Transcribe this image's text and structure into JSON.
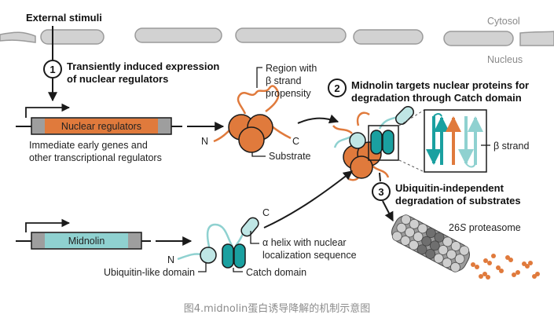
{
  "header": {
    "external_stimuli": "External stimuli",
    "cytosol": "Cytosol",
    "nucleus": "Nucleus"
  },
  "steps": [
    {
      "number": "1",
      "line1": "Transiently induced expression",
      "line2": "of nuclear regulators"
    },
    {
      "number": "2",
      "line1": "Midnolin targets nuclear proteins for",
      "line2": "degradation through Catch domain"
    },
    {
      "number": "3",
      "line1": "Ubiquitin-independent",
      "line2": "degradation of substrates"
    }
  ],
  "genes": {
    "nuclear_regulators": "Nuclear regulators",
    "iegs_line1": "Immediate early genes and",
    "iegs_line2": "other transcriptional regulators",
    "midnolin": "Midnolin"
  },
  "labels": {
    "region_line1": "Region with",
    "region_line2": "β strand",
    "region_line3": "propensity",
    "n_terminus": "N",
    "c_terminus": "C",
    "substrate": "Substrate",
    "beta_strand": "β strand",
    "proteasome_prefix": "26",
    "proteasome_italic": "S",
    "proteasome_suffix": " proteasome",
    "ubl_domain": "Ubiquitin-like domain",
    "catch_domain": "Catch domain",
    "helix_line1": "α helix with nuclear",
    "helix_line2": "localization sequence"
  },
  "caption": "图4.midnolin蛋白诱导降解的机制示意图",
  "colors": {
    "orange": "#e07a3c",
    "teal": "#1aa0a0",
    "light_teal": "#8fd1d0",
    "gray": "#b8b8b8",
    "dark": "#1a1a1a"
  }
}
